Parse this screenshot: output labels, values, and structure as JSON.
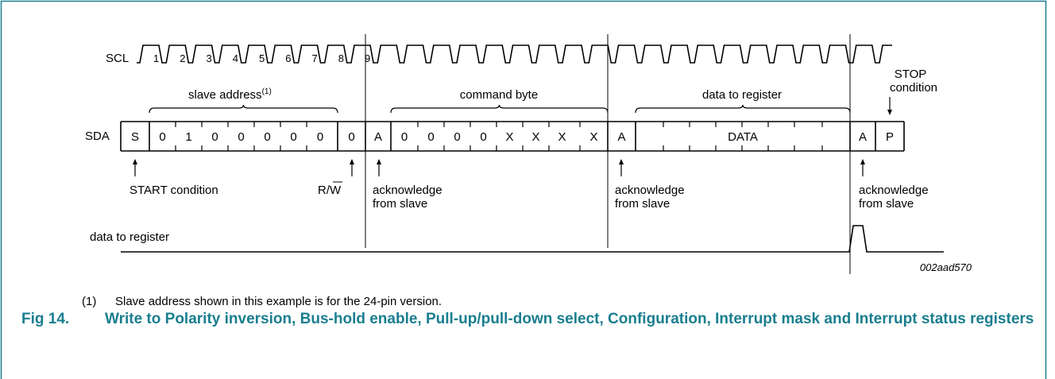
{
  "diagram": {
    "scl_label": "SCL",
    "sda_label": "SDA",
    "pulse_numbers": [
      "1",
      "2",
      "3",
      "4",
      "5",
      "6",
      "7",
      "8",
      "9"
    ],
    "brace_labels": {
      "slave_address": "slave address",
      "slave_address_note": "(1)",
      "command_byte": "command byte",
      "data_to_register": "data to register"
    },
    "stop_label_line1": "STOP",
    "stop_label_line2": "condition",
    "sda_cells": [
      "S",
      "0",
      "1",
      "0",
      "0",
      "0",
      "0",
      "0",
      "0",
      "A",
      "0",
      "0",
      "0",
      "0",
      "X",
      "X",
      "X",
      "X",
      "A",
      "DATA",
      "A",
      "P"
    ],
    "start_condition": "START condition",
    "rw_label_r": "R/",
    "rw_label_w": "W",
    "ack_line1": "acknowledge",
    "ack_line2": "from slave",
    "data_register_signal": "data to register",
    "figure_id": "002aad570"
  },
  "footnote": {
    "number": "(1)",
    "text": "Slave address shown in this example is for the 24-pin version."
  },
  "caption": {
    "number": "Fig 14.",
    "text": "Write to Polarity inversion, Bus-hold enable, Pull-up/pull-down select, Configuration, Interrupt mask and Interrupt status registers"
  },
  "colors": {
    "caption": "#1a7e8f",
    "frame": "#1a7e8f"
  }
}
